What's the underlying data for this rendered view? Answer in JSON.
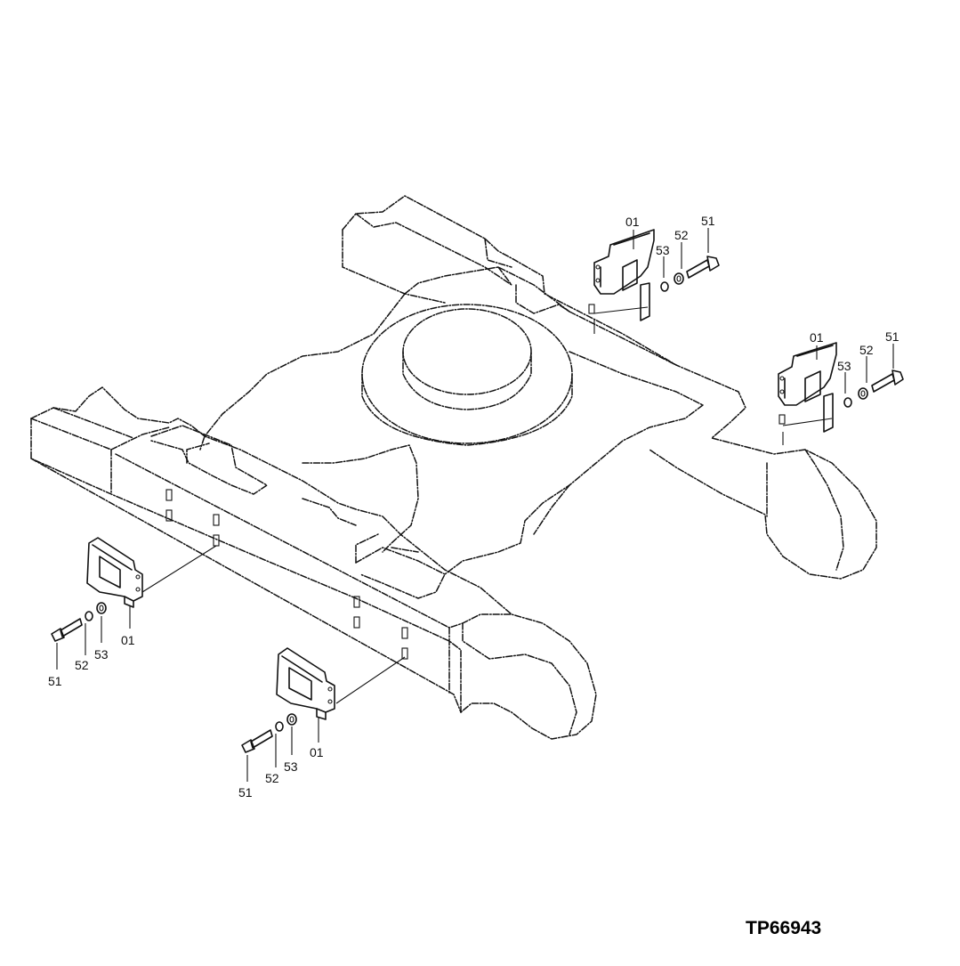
{
  "drawing_code": "TP66943",
  "callouts": {
    "top_right_1": {
      "bracket": "01",
      "washer_53": "53",
      "washer_52": "52",
      "bolt": "51"
    },
    "top_right_2": {
      "bracket": "01",
      "washer_53": "53",
      "washer_52": "52",
      "bolt": "51"
    },
    "bottom_left_1": {
      "bolt": "51",
      "washer_52": "52",
      "washer_53": "53",
      "bracket": "01"
    },
    "bottom_left_2": {
      "bolt": "51",
      "washer_52": "52",
      "washer_53": "53",
      "bracket": "01"
    }
  },
  "parts": [
    {
      "ref": "01",
      "name": "guard-bracket"
    },
    {
      "ref": "51",
      "name": "bolt"
    },
    {
      "ref": "52",
      "name": "washer"
    },
    {
      "ref": "53",
      "name": "washer"
    }
  ]
}
